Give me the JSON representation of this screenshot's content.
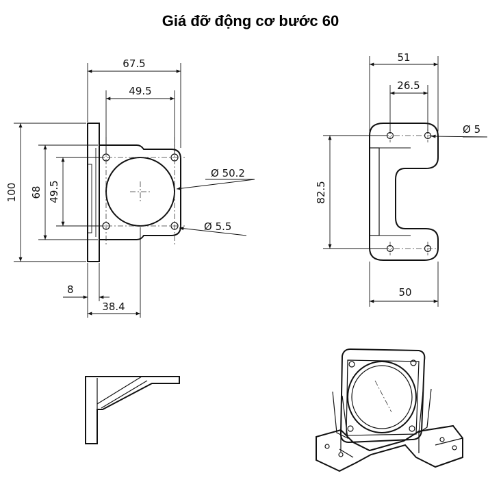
{
  "title": "Giá đỡ động cơ bước 60",
  "front_view": {
    "dim_width_outer": "67.5",
    "dim_width_holes": "49.5",
    "dim_height_100": "100",
    "dim_height_68": "68",
    "dim_height_49_5": "49.5",
    "dim_bore": "Ø 50.2",
    "dim_hole": "Ø 5.5",
    "dim_thickness": "8",
    "dim_offset": "38.4"
  },
  "top_view": {
    "dim_width_51": "51",
    "dim_width_26_5": "26.5",
    "dim_hole": "Ø 5",
    "dim_height_82_5": "82.5",
    "dim_width_50": "50"
  }
}
